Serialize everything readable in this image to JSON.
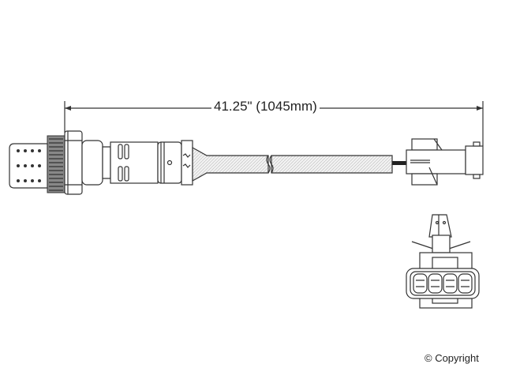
{
  "diagram": {
    "dimension_label": "41.25\" (1045mm)",
    "copyright": "© Copyright",
    "subject": "oxygen-sensor",
    "connector_pins": 4
  }
}
